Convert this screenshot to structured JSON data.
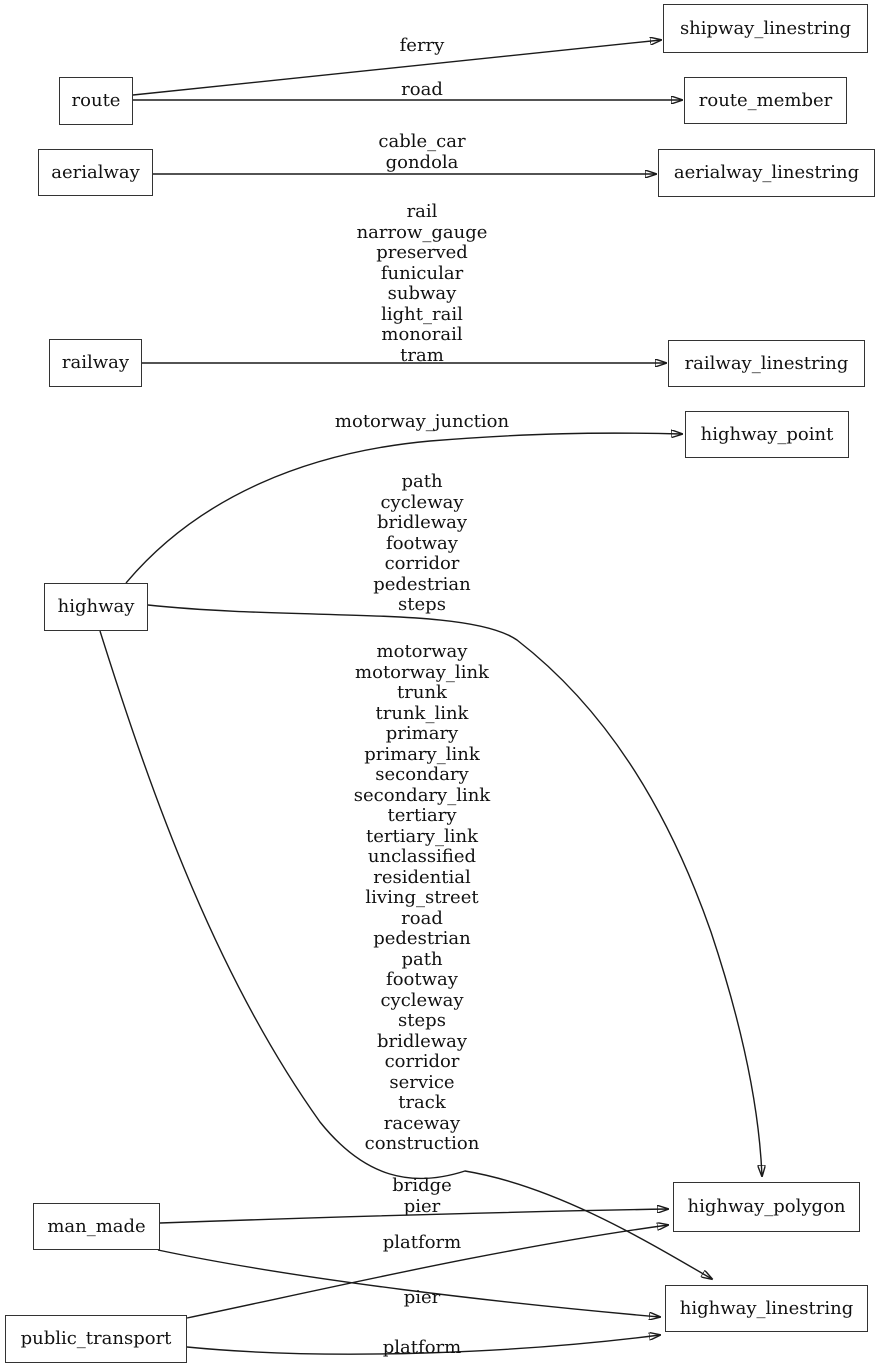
{
  "diagram": {
    "type": "graphviz-digraph",
    "colors": {
      "background": "#ffffff",
      "node_fill": "#ffffff",
      "node_border": "#333333",
      "edge_stroke": "#1a1a1a",
      "text": "#111111"
    },
    "nodes": {
      "route": "route",
      "aerialway": "aerialway",
      "railway": "railway",
      "highway": "highway",
      "man_made": "man_made",
      "public_transport": "public_transport",
      "shipway_linestring": "shipway_linestring",
      "route_member": "route_member",
      "aerialway_linestring": "aerialway_linestring",
      "railway_linestring": "railway_linestring",
      "highway_point": "highway_point",
      "highway_polygon": "highway_polygon",
      "highway_linestring": "highway_linestring"
    },
    "edges": {
      "route_shipway": {
        "from": "route",
        "to": "shipway_linestring",
        "label": "ferry"
      },
      "route_member": {
        "from": "route",
        "to": "route_member",
        "label": "road"
      },
      "aerialway_linestring": {
        "from": "aerialway",
        "to": "aerialway_linestring",
        "label": "cable_car\ngondola"
      },
      "railway_linestring": {
        "from": "railway",
        "to": "railway_linestring",
        "label": "rail\nnarrow_gauge\npreserved\nfunicular\nsubway\nlight_rail\nmonorail\ntram"
      },
      "highway_point": {
        "from": "highway",
        "to": "highway_point",
        "label": "motorway_junction"
      },
      "highway_polygon": {
        "from": "highway",
        "to": "highway_polygon",
        "label": "path\ncycleway\nbridleway\nfootway\ncorridor\npedestrian\nsteps"
      },
      "highway_linestring": {
        "from": "highway",
        "to": "highway_linestring",
        "label": "motorway\nmotorway_link\ntrunk\ntrunk_link\nprimary\nprimary_link\nsecondary\nsecondary_link\ntertiary\ntertiary_link\nunclassified\nresidential\nliving_street\nroad\npedestrian\npath\nfootway\ncycleway\nsteps\nbridleway\ncorridor\nservice\ntrack\nraceway\nconstruction"
      },
      "man_made_polygon": {
        "from": "man_made",
        "to": "highway_polygon",
        "label": "bridge\npier"
      },
      "man_made_linestring": {
        "from": "man_made",
        "to": "highway_linestring",
        "label": "pier"
      },
      "public_transport_polygon": {
        "from": "public_transport",
        "to": "highway_polygon",
        "label": "platform"
      },
      "public_transport_linestring": {
        "from": "public_transport",
        "to": "highway_linestring",
        "label": "platform"
      }
    }
  }
}
